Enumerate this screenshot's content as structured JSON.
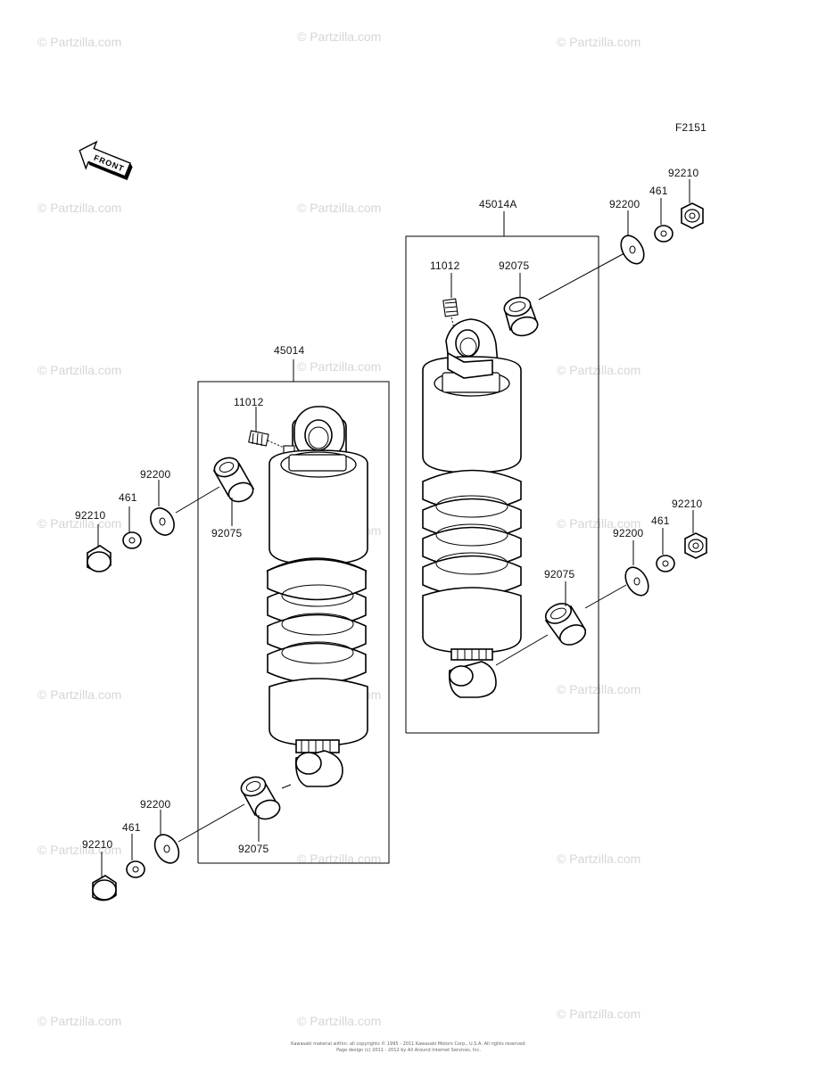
{
  "diagram": {
    "figure_id": "F2151",
    "front_label": "FRONT",
    "watermark": "© Partzilla.com",
    "copyright": {
      "line1": "Kawasaki material within: all copyrights © 1995 - 2011 Kawasaki Motors Corp., U.S.A. All rights reserved.",
      "line2": "Page design (c) 2011 - 2012 by All Around Internet Services, Inc."
    },
    "assemblies": [
      {
        "id": "left",
        "label": "45014"
      },
      {
        "id": "right",
        "label": "45014A"
      }
    ],
    "callouts": {
      "l_11012": "11012",
      "l_92200_top": "92200",
      "l_461_top": "461",
      "l_92210_top": "92210",
      "l_92075_top": "92075",
      "l_92200_bot": "92200",
      "l_461_bot": "461",
      "l_92210_bot": "92210",
      "l_92075_bot": "92075",
      "r_11012": "11012",
      "r_92075_top": "92075",
      "r_92200_top": "92200",
      "r_461_top": "461",
      "r_92210_top": "92210",
      "r_92200_bot": "92200",
      "r_461_bot": "461",
      "r_92210_bot": "92210",
      "r_92075_bot": "92075"
    }
  }
}
